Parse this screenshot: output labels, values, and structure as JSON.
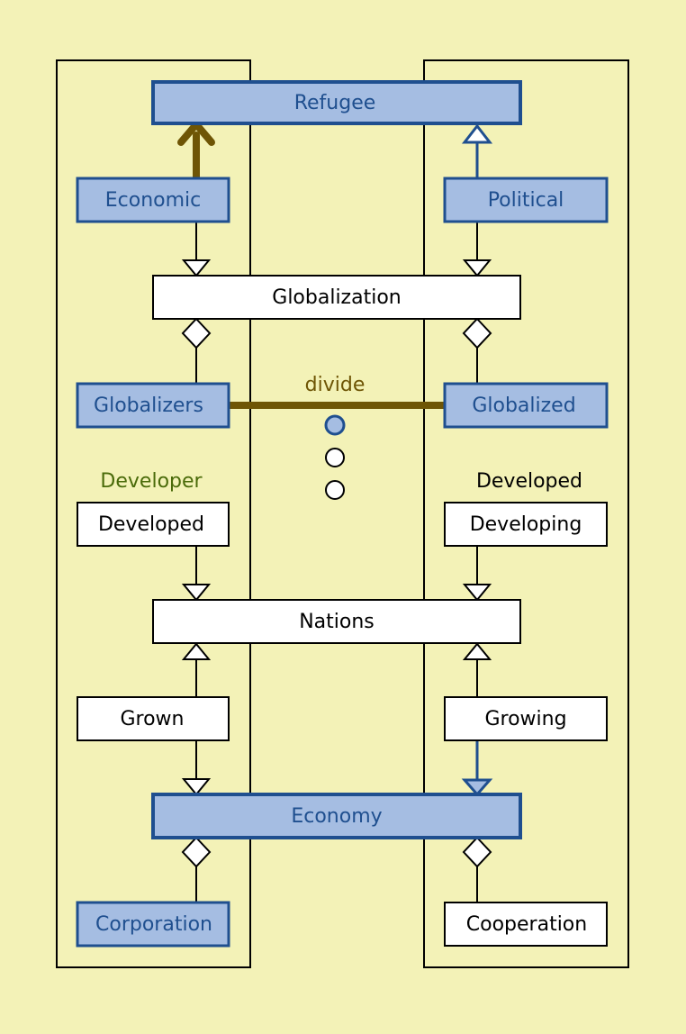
{
  "colors": {
    "background": "#f3f2b7",
    "highlight_fill": "#a5bde2",
    "highlight_stroke": "#1f4f8f",
    "highlight_text": "#1f4f8f",
    "plain_fill": "#ffffff",
    "plain_stroke": "#000000",
    "plain_text": "#000000",
    "brown": "#6e5505",
    "green_text": "#4a6b0a"
  },
  "nodes": {
    "refugee": "Refugee",
    "economic": "Economic",
    "political": "Political",
    "globalization": "Globalization",
    "globalizers": "Globalizers",
    "globalized": "Globalized",
    "developed_left": "Developed",
    "developing": "Developing",
    "nations": "Nations",
    "grown": "Grown",
    "growing": "Growing",
    "economy": "Economy",
    "corporation": "Corporation",
    "cooperation": "Cooperation"
  },
  "labels": {
    "divide": "divide",
    "developer": "Developer",
    "developed_right": "Developed"
  },
  "dots": [
    {
      "state": "selected"
    },
    {
      "state": "unselected"
    },
    {
      "state": "unselected"
    }
  ]
}
